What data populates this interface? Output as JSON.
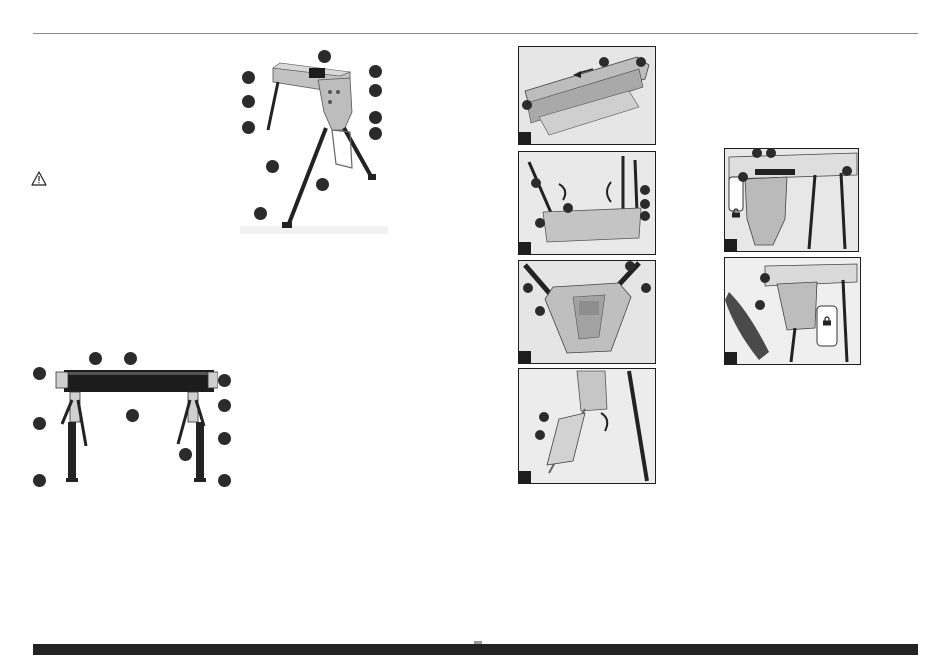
{
  "page": {
    "figures": [
      {
        "id": "overview",
        "content": "assembled-workbench-diagram"
      },
      {
        "id": "front-view",
        "content": "workbench-front-view-diagram"
      },
      {
        "id": "step-1",
        "content": "unfold-rail-photo"
      },
      {
        "id": "step-2",
        "content": "open-legs-photo"
      },
      {
        "id": "step-3",
        "content": "leg-lock-photo"
      },
      {
        "id": "step-4",
        "content": "fold-leg-photo"
      },
      {
        "id": "step-5",
        "content": "clamp-lumber-photo"
      },
      {
        "id": "step-6",
        "content": "release-clamp-photo"
      }
    ]
  },
  "icons": {
    "warning": "warning-triangle-icon",
    "lock": "padlock-closed-icon",
    "unlock": "padlock-open-icon"
  },
  "colors": {
    "ink": "#1e1e1e",
    "steel": "#b9b9b9",
    "leg": "#2a2a2a",
    "paper": "#ffffff",
    "band": "#232323"
  }
}
